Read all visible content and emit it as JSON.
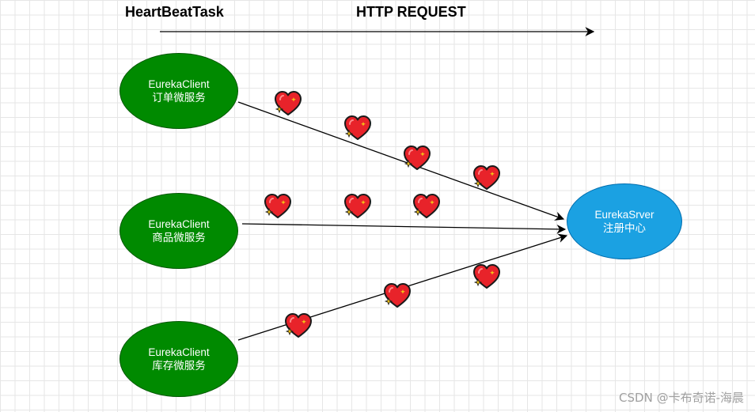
{
  "labels": {
    "heartbeat_title": "HeartBeatTask",
    "http_title": "HTTP REQUEST"
  },
  "nodes": {
    "order": {
      "line1": "EurekaClient",
      "line2": "订单微服务"
    },
    "goods": {
      "line1": "EurekaClient",
      "line2": "商品微服务"
    },
    "stock": {
      "line1": "EurekaClient",
      "line2": "库存微服务"
    },
    "server": {
      "line1": "EurekaSrver",
      "line2": "注册中心"
    }
  },
  "colors": {
    "client_fill": "#008a00",
    "server_fill": "#1ba1e2",
    "heart": "#e8232a",
    "sparkle": "#f5c518"
  },
  "icons": [
    "sparkling-heart-icon"
  ],
  "watermark": "CSDN @卡布奇诺-海晨"
}
